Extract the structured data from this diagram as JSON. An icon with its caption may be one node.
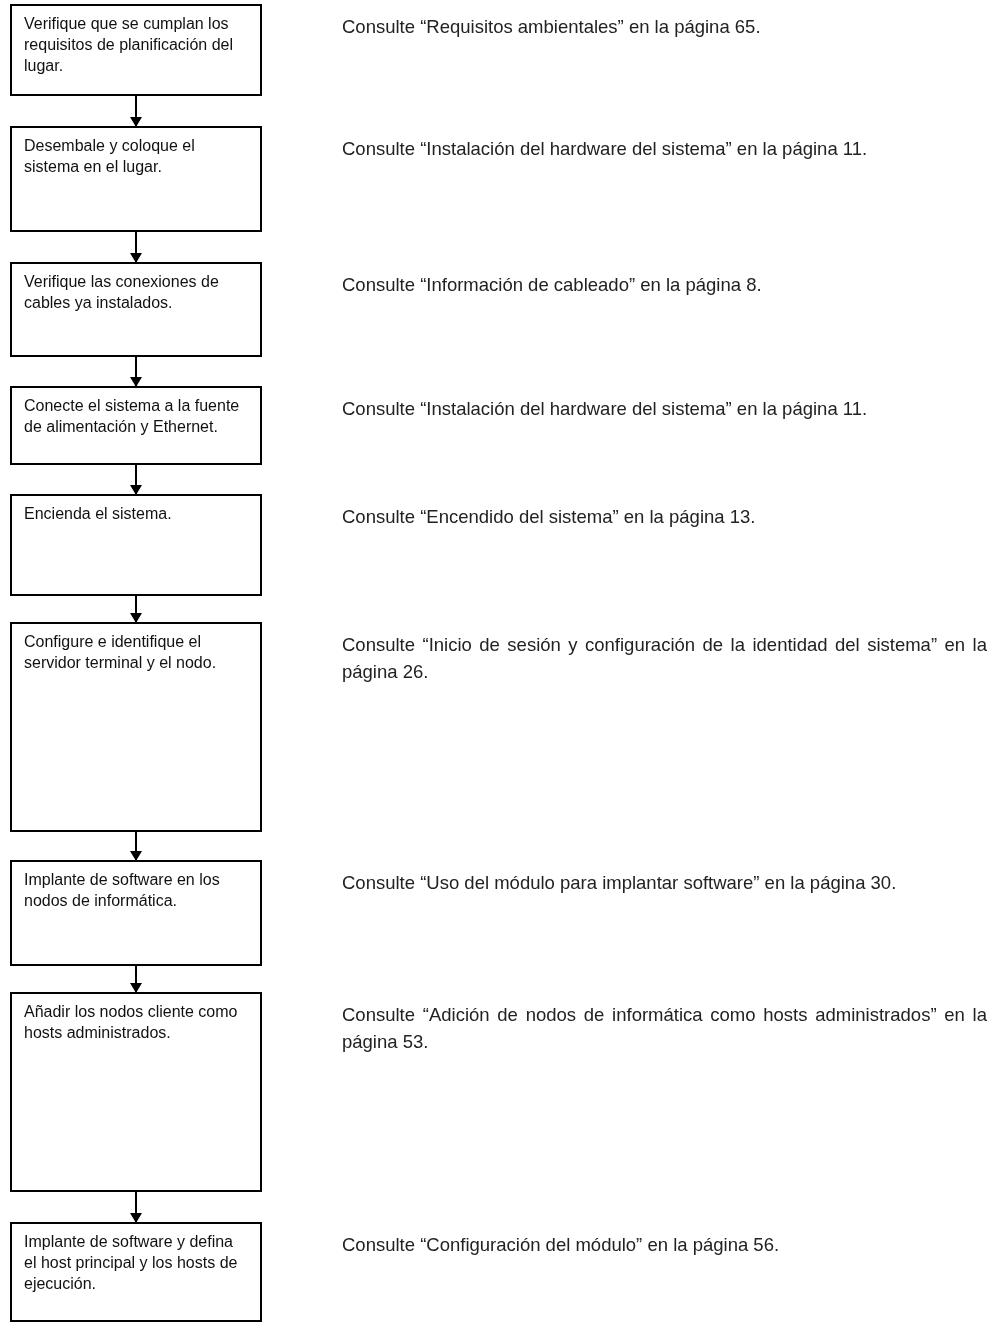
{
  "diagram": {
    "nodes": [
      {
        "text": [
          "Verifique que se cumplan los requisitos de planificación del lugar."
        ]
      },
      {
        "text": [
          "Desembale y coloque el sistema en el lugar."
        ]
      },
      {
        "text": [
          "Verifique las conexiones de cables ya instalados."
        ]
      },
      {
        "text": [
          "Conecte el sistema a la fuente de alimentación y Ethernet."
        ]
      },
      {
        "text": [
          "Encienda el sistema."
        ]
      },
      {
        "text": [
          "Configure e identifique el servidor terminal y el nodo."
        ]
      },
      {
        "text": [
          "Implante de software en los nodos de informática."
        ]
      },
      {
        "text": [
          "Añadir los nodos cliente como hosts administrados."
        ]
      },
      {
        "text": [
          "Implante de software y defina el host principal y los hosts de ejecución."
        ]
      }
    ],
    "edges": [
      {
        "from": 0,
        "to": 1,
        "arrow": "to"
      },
      {
        "from": 1,
        "to": 2,
        "arrow": "to"
      },
      {
        "from": 2,
        "to": 3,
        "arrow": "to"
      },
      {
        "from": 3,
        "to": 4,
        "arrow": "to"
      },
      {
        "from": 4,
        "to": 5,
        "arrow": "to"
      },
      {
        "from": 5,
        "to": 6,
        "arrow": "to"
      },
      {
        "from": 6,
        "to": 7,
        "arrow": "to"
      },
      {
        "from": 7,
        "to": 8,
        "arrow": "to"
      }
    ],
    "labels": [
      "Consulte “Requisitos ambientales” en la página 65.",
      "Consulte “Instalación del hardware del sistema” en la página 11.",
      "Consulte “Información de cableado” en la página 8.",
      "Consulte “Instalación del hardware del sistema” en la página 11.",
      "Consulte “Encendido del sistema” en la página 13.",
      "Consulte “Inicio de sesión y configuración de la identidad del sistema” en la página 26.",
      "Consulte “Uso del módulo para implantar software” en la página 30.",
      "Consulte “Adición de nodos de informática como hosts administrados” en la página 53.",
      "Consulte “Configuración del módulo” en la página 56."
    ]
  }
}
